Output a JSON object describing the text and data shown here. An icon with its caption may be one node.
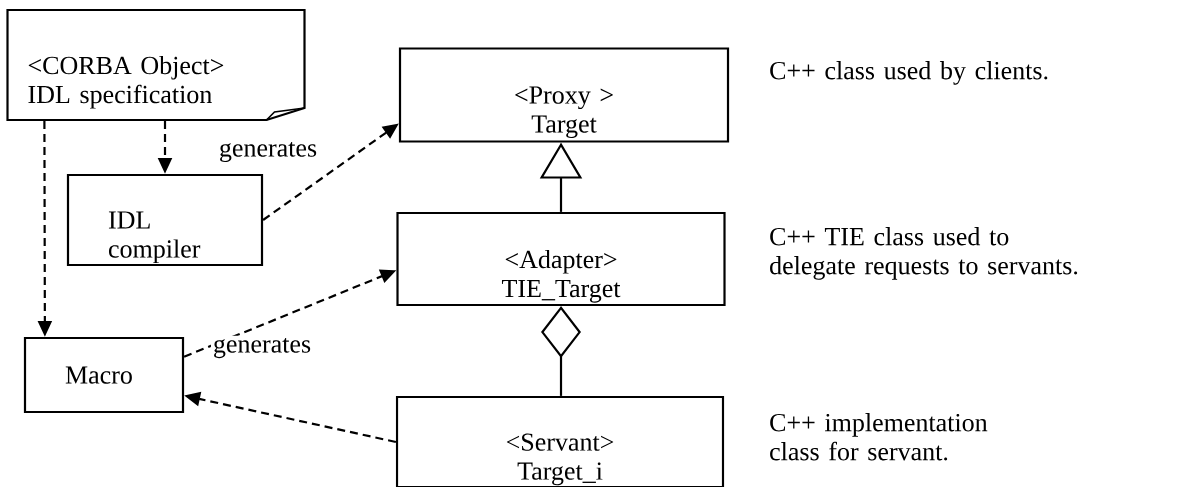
{
  "diagram": {
    "nodes": [
      {
        "text": [
          "<CORBA Object>",
          "IDL specification"
        ]
      },
      {
        "text": [
          "IDL compiler"
        ]
      },
      {
        "text": [
          "Macro"
        ]
      },
      {
        "text": [
          "<Proxy >",
          "Target"
        ],
        "beside": [
          "C++ class used by clients."
        ]
      },
      {
        "text": [
          "<Adapter>",
          "TIE_Target"
        ],
        "beside": [
          "C++ TIE class used to delegate requests to servants."
        ]
      },
      {
        "text": [
          "<Servant>",
          "Target_i"
        ],
        "beside": [
          "C++ implementation class for servant."
        ]
      }
    ],
    "edges": [
      {
        "from": 0,
        "to": 1,
        "arrow": "to",
        "style": "dashed"
      },
      {
        "from": 0,
        "to": 2,
        "arrow": "to",
        "style": "dashed"
      },
      {
        "from": 1,
        "to": 3,
        "arrow": "to",
        "style": "dashed",
        "label": "generates"
      },
      {
        "from": 2,
        "to": 4,
        "arrow": "to",
        "style": "dashed",
        "label": "generates"
      },
      {
        "from": 5,
        "to": 2,
        "arrow": "to",
        "style": "dashed"
      },
      {
        "from": 4,
        "to": 3,
        "arrow": "to"
      },
      {
        "from": 4,
        "to": 5,
        "arrow": "other"
      }
    ]
  }
}
